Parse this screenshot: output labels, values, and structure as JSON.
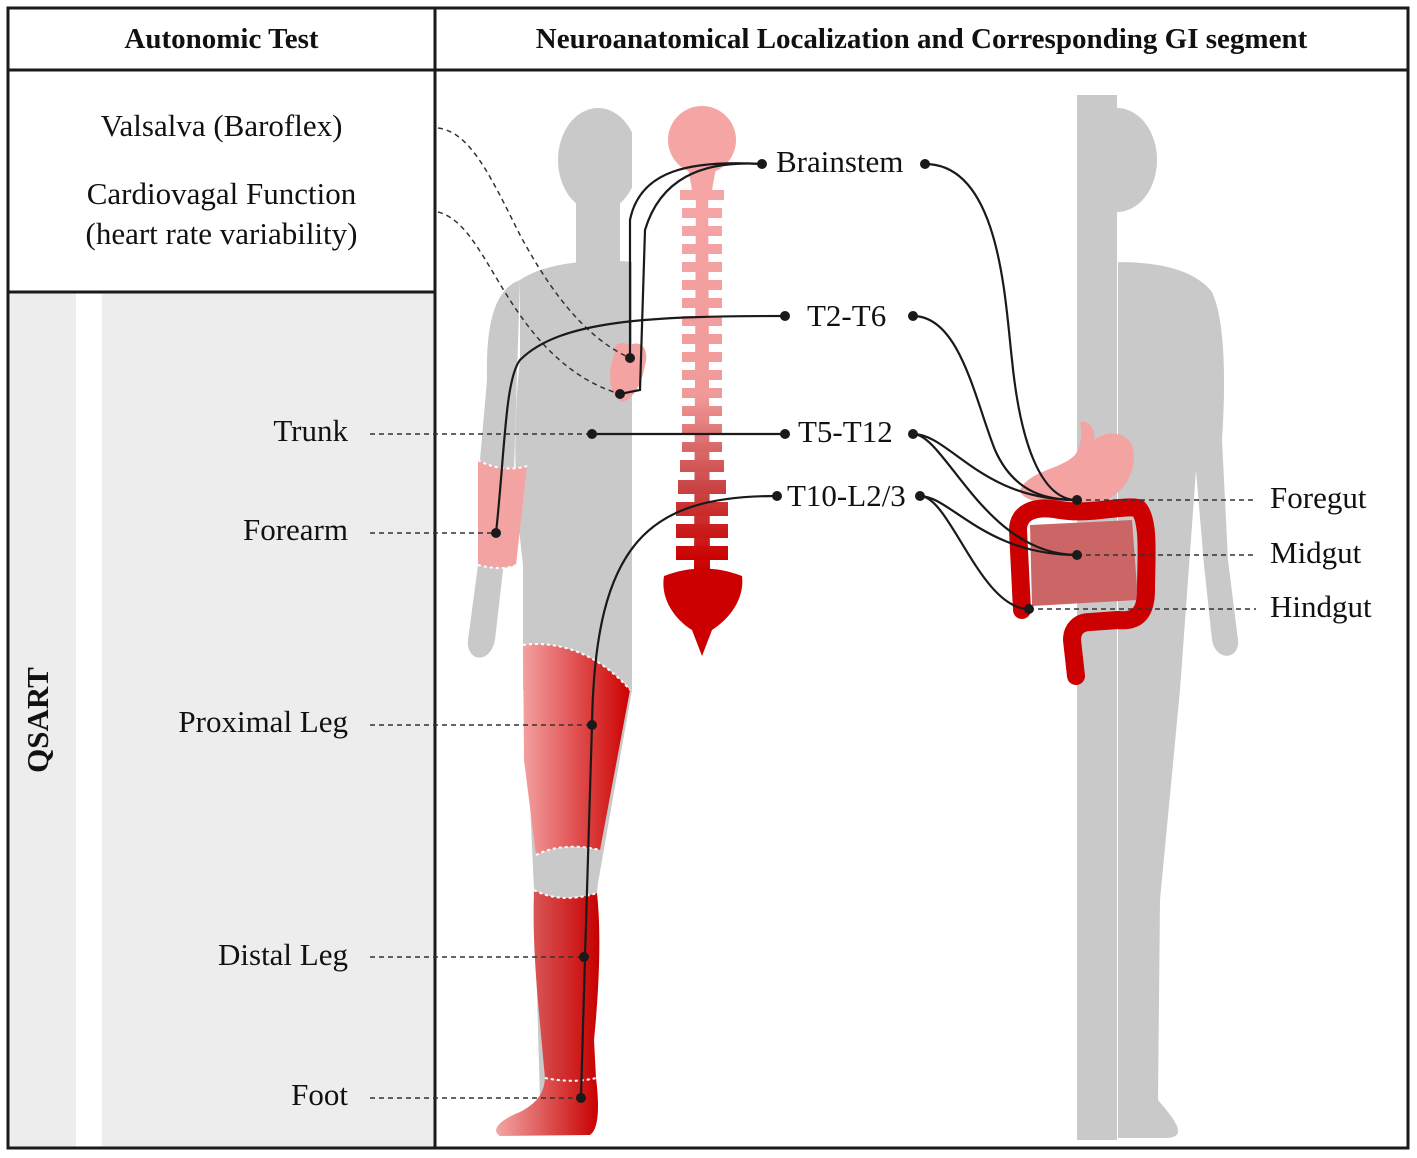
{
  "header": {
    "col1": "Autonomic Test",
    "col2": "Neuroanatomical Localization and Corresponding GI segment"
  },
  "tests": {
    "valsalva": "Valsalva (Baroflex)",
    "cardiovagal_line1": "Cardiovagal Function",
    "cardiovagal_line2": "(heart rate variability)",
    "qsart_label": "QSART",
    "trunk": "Trunk",
    "forearm": "Forearm",
    "proximal_leg": "Proximal Leg",
    "distal_leg": "Distal Leg",
    "foot": "Foot"
  },
  "spinal_levels": {
    "brainstem": "Brainstem",
    "t2_t6": "T2-T6",
    "t5_t12": "T5-T12",
    "t10_l2": "T10-L2/3"
  },
  "gi_segments": {
    "foregut": "Foregut",
    "midgut": "Midgut",
    "hindgut": "Hindgut"
  },
  "colors": {
    "border": "#1a1a1a",
    "qsart_panel": "#ededed",
    "body_gray": "#c9c9c9",
    "light_red": "#f4a3a3",
    "dark_red": "#cc0000"
  }
}
